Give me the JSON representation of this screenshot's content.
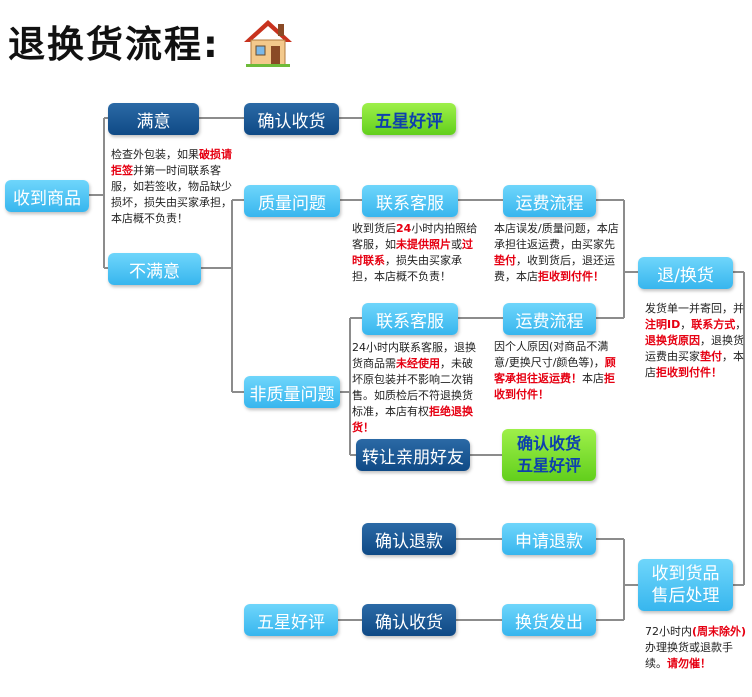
{
  "title": "退换货流程:",
  "nodes": {
    "received": "收到商品",
    "satisfied": "满意",
    "confirm_receipt_1": "确认收货",
    "five_star_1": "五星好评",
    "unsatisfied": "不满意",
    "quality_issue": "质量问题",
    "contact_cs_1": "联系客服",
    "shipping_flow_1": "运费流程",
    "return_exchange": "退/换货",
    "non_quality_issue": "非质量问题",
    "contact_cs_2": "联系客服",
    "shipping_flow_2": "运费流程",
    "transfer_friend": "转让亲朋好友",
    "confirm_receipt_2": "确认收货",
    "five_star_2": "五星好评",
    "confirm_refund": "确认退款",
    "apply_refund": "申请退款",
    "after_sales_1": "收到货品",
    "after_sales_2": "售后处理",
    "five_star_3": "五星好评",
    "confirm_receipt_3": "确认收货",
    "exchange_shipped": "换货发出"
  },
  "notes": {
    "inspect": {
      "t1": "检查外包装，如果",
      "r1": "破损",
      "t2": "",
      "r2": "请拒签",
      "t3": "并第一时间联系客服，如若签收，物品缺少损坏，损失由买家承担，本店概不负责！"
    },
    "quality": {
      "t1": "收到货后",
      "r1": "24",
      "t2": "小时内拍照给客服，如",
      "r2": "未提供照片",
      "t3": "或",
      "r3": "过时联系",
      "t4": "，损失由买家承担，本店概不负责！"
    },
    "shipping1": {
      "t1": "本店误发/质量问题，本店承担往返运费，由买家先",
      "r1": "垫付",
      "t2": "，收到货后，退还运费，本店",
      "r2": "拒收到付件！"
    },
    "return_note": {
      "t1": "发货单一并寄回，并",
      "r1": "注明ID",
      "t2": "，",
      "r2": "联系方式",
      "t3": "，",
      "r3": "退换货原因",
      "t4": "，退换货运费由买家",
      "r4": "垫付",
      "t5": "，本店",
      "r5": "拒收到付件！"
    },
    "nonquality": {
      "t1": "24小时内联系客服，退换货商品需",
      "r1": "未经使用",
      "t2": "，未破坏原包装并不影响二次销售。如质检后不符退换货标准，本店有权",
      "r2": "拒绝退换货！"
    },
    "shipping2": {
      "t1": "因个人原因(对商品不满意/更换尺寸/颜色等)，",
      "r1": "顾客承担往返运费！",
      "t2": "本店",
      "r2": "拒收到付件！"
    },
    "after_sales_note": {
      "t1": "72小时内",
      "r1": "(周末除外)",
      "t2": "办理换货或退款手续。",
      "r2": "请勿催！"
    }
  }
}
